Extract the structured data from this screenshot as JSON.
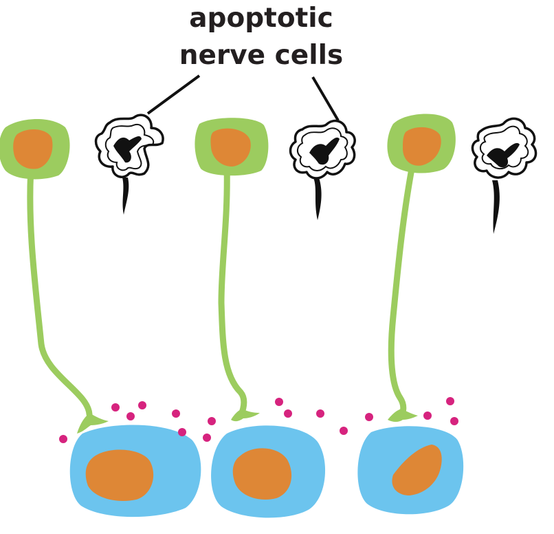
{
  "label": {
    "line1": "apoptotic",
    "line2": "nerve cells"
  },
  "colors": {
    "neuron": "#9ccc5f",
    "nucleus": "#de8736",
    "target_cell": "#6cc4ee",
    "growth_factor": "#d6237e",
    "apoptotic_outline": "#111111"
  },
  "counts": {
    "healthy_neurons": 3,
    "apoptotic_neurons": 3,
    "target_cells": 3
  }
}
